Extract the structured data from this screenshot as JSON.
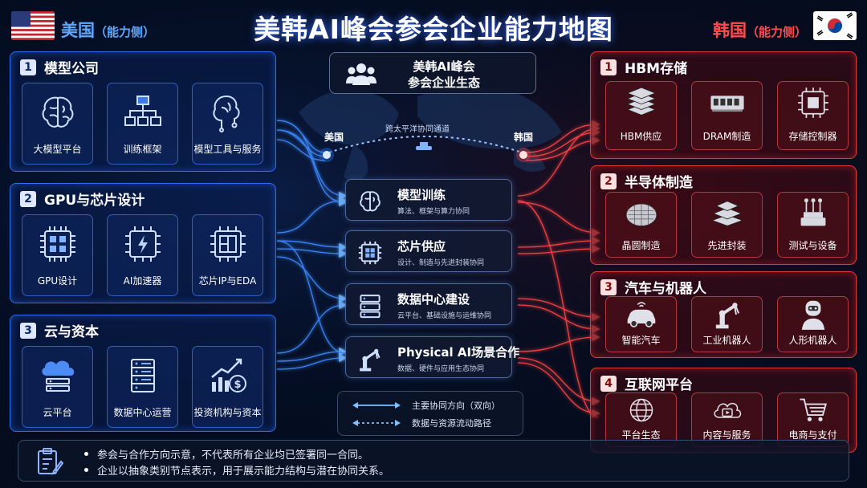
{
  "title": "美韩AI峰会参会企业能力地图",
  "us_side": {
    "name": "美国",
    "suffix": "（能力侧）"
  },
  "kr_side": {
    "name": "韩国",
    "suffix": "（能力侧）"
  },
  "ecosystem": {
    "line1": "美韩AI峰会",
    "line2": "参会企业生态"
  },
  "map": {
    "us_label": "美国",
    "kr_label": "韩国",
    "channel": "跨太平洋协同通道"
  },
  "us_panels": [
    {
      "num": "1",
      "title": "模型公司",
      "items": [
        {
          "label": "大模型平台",
          "icon": "brain-icon"
        },
        {
          "label": "训练框架",
          "icon": "hierarchy-icon"
        },
        {
          "label": "模型工具与服务",
          "icon": "brain-circuit-icon"
        }
      ]
    },
    {
      "num": "2",
      "title": "GPU与芯片设计",
      "items": [
        {
          "label": "GPU设计",
          "icon": "gpu-chip-icon"
        },
        {
          "label": "AI加速器",
          "icon": "accelerator-chip-icon"
        },
        {
          "label": "芯片IP与EDA",
          "icon": "ip-chip-icon"
        }
      ]
    },
    {
      "num": "3",
      "title": "云与资本",
      "items": [
        {
          "label": "云平台",
          "icon": "cloud-server-icon"
        },
        {
          "label": "数据中心运营",
          "icon": "server-rack-icon"
        },
        {
          "label": "投资机构与资本",
          "icon": "investment-chart-icon"
        }
      ]
    }
  ],
  "kr_panels": [
    {
      "num": "1",
      "title": "HBM存储",
      "items": [
        {
          "label": "HBM供应",
          "icon": "stacked-layers-icon"
        },
        {
          "label": "DRAM制造",
          "icon": "dram-module-icon"
        },
        {
          "label": "存储控制器",
          "icon": "controller-chip-icon"
        }
      ]
    },
    {
      "num": "2",
      "title": "半导体制造",
      "items": [
        {
          "label": "晶圆制造",
          "icon": "wafer-icon"
        },
        {
          "label": "先进封装",
          "icon": "package-layers-icon"
        },
        {
          "label": "测试与设备",
          "icon": "test-equipment-icon"
        }
      ]
    },
    {
      "num": "3",
      "title": "汽车与机器人",
      "items": [
        {
          "label": "智能汽车",
          "icon": "smart-car-icon"
        },
        {
          "label": "工业机器人",
          "icon": "robot-arm-icon"
        },
        {
          "label": "人形机器人",
          "icon": "humanoid-icon"
        }
      ]
    },
    {
      "num": "4",
      "title": "互联网平台",
      "items": [
        {
          "label": "平台生态",
          "icon": "globe-icon"
        },
        {
          "label": "内容与服务",
          "icon": "cloud-video-icon"
        },
        {
          "label": "电商与支付",
          "icon": "cart-icon"
        }
      ]
    }
  ],
  "collab": [
    {
      "title": "模型训练",
      "subtitle": "算法、框架与算力协同",
      "icon": "brain-icon"
    },
    {
      "title": "芯片供应",
      "subtitle": "设计、制造与先进封装协同",
      "icon": "chip-icon"
    },
    {
      "title": "数据中心建设",
      "subtitle": "云平台、基础设施与运维协同",
      "icon": "server-icon"
    },
    {
      "title": "Physical AI场景合作",
      "subtitle": "数据、硬件与应用生态协同",
      "icon": "robot-arm-icon"
    }
  ],
  "legend": {
    "main": "主要协同方向（双向）",
    "flow": "数据与资源流动路径"
  },
  "notes": [
    "参会与合作方向示意，不代表所有企业均已签署同一合同。",
    "企业以抽象类别节点表示，用于展示能力结构与潜在协同关系。"
  ],
  "colors": {
    "us": "#2e6cf0",
    "kr": "#e23a3a",
    "bg": "#040c1e"
  }
}
